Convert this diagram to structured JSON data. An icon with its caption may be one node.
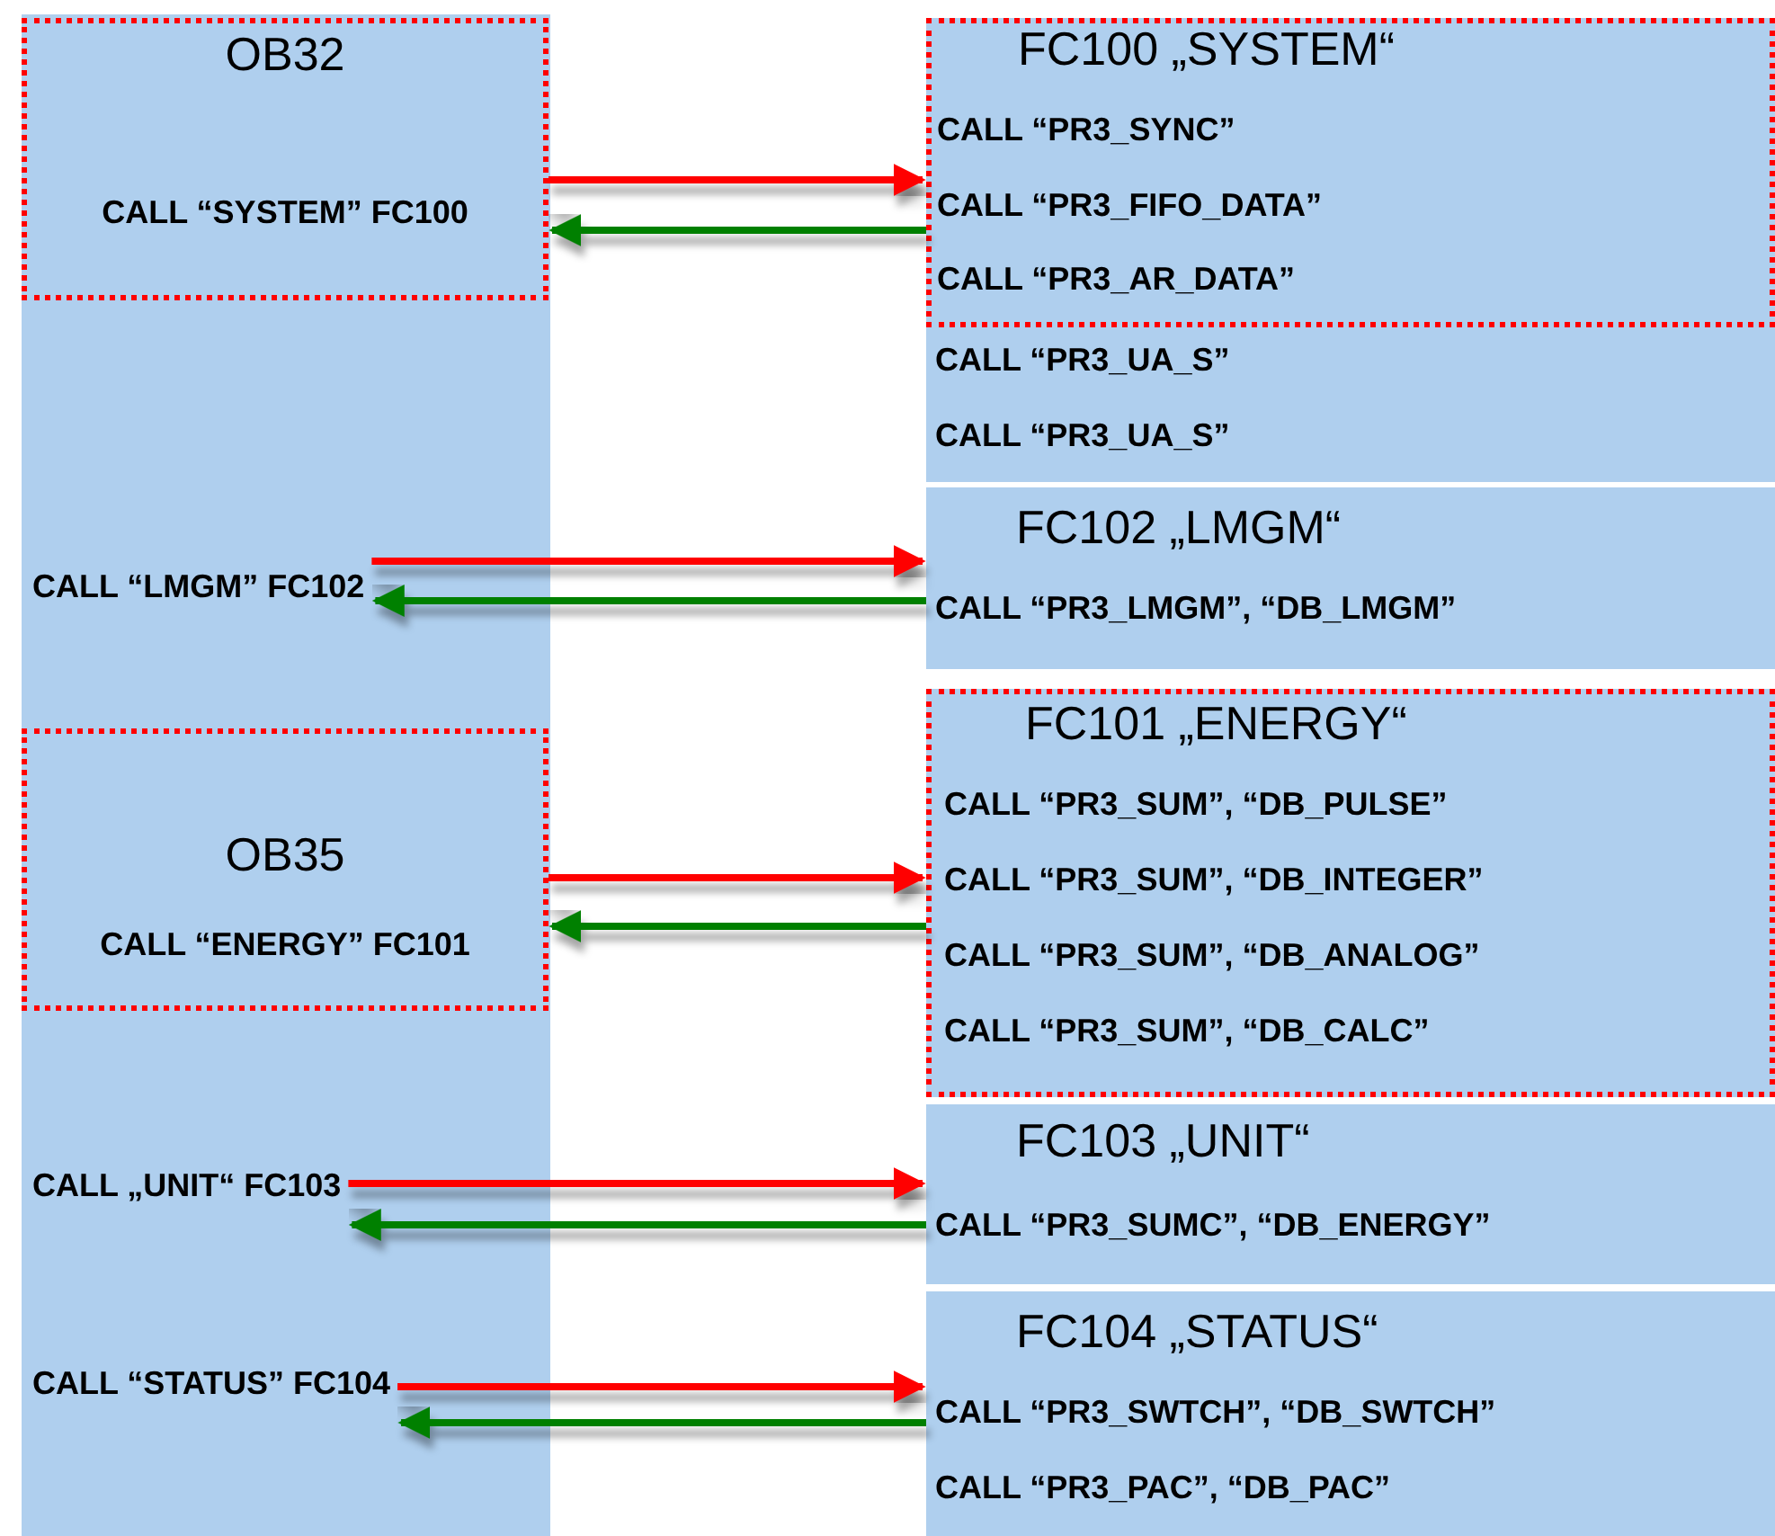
{
  "diagram": {
    "nodes": [
      {
        "text": [],
        "shape": "bar"
      },
      {
        "text": [
          "OB32",
          "CALL “SYSTEM” FC100"
        ],
        "in": 0
      },
      {
        "text": [
          "CALL “PR3_UA_S”",
          "CALL “PR3_UA_S”"
        ]
      },
      {
        "text": [
          "FC100 „SYSTEM“",
          "CALL “PR3_SYNC”",
          "CALL “PR3_FIFO_DATA”",
          "CALL “PR3_AR_DATA”"
        ],
        "in": 2
      },
      {
        "text": [
          "CALL “LMGM” FC102"
        ],
        "in": 0
      },
      {
        "text": [
          "FC102 „LMGM“",
          "CALL “PR3_LMGM”, “DB_LMGM”"
        ]
      },
      {
        "text": [
          "OB35",
          "CALL “ENERGY” FC101"
        ],
        "in": 0
      },
      {
        "text": [
          "FC101 „ENERGY“",
          "CALL “PR3_SUM”, “DB_PULSE”",
          "CALL “PR3_SUM”, “DB_INTEGER”",
          "CALL “PR3_SUM”, “DB_ANALOG”",
          "CALL “PR3_SUM”, “DB_CALC”"
        ]
      },
      {
        "text": [
          "CALL „UNIT“ FC103"
        ],
        "in": 0
      },
      {
        "text": [
          "FC103 „UNIT“",
          "CALL “PR3_SUMC”, “DB_ENERGY”"
        ]
      },
      {
        "text": [
          "CALL “STATUS” FC104"
        ],
        "in": 0
      },
      {
        "text": [
          "FC104 „STATUS“",
          "CALL “PR3_SWTCH”, “DB_SWTCH”",
          "CALL “PR3_PAC”, “DB_PAC”"
        ]
      }
    ],
    "edges": [
      {
        "from": 1,
        "to": 3,
        "arrow": "to",
        "color": "#ff0000"
      },
      {
        "from": 3,
        "to": 1,
        "arrow": "to",
        "color": "#008000"
      },
      {
        "from": 4,
        "to": 5,
        "arrow": "to",
        "color": "#ff0000"
      },
      {
        "from": 5,
        "to": 4,
        "arrow": "to",
        "color": "#008000"
      },
      {
        "from": 6,
        "to": 7,
        "arrow": "to",
        "color": "#ff0000"
      },
      {
        "from": 7,
        "to": 6,
        "arrow": "to",
        "color": "#008000"
      },
      {
        "from": 8,
        "to": 9,
        "arrow": "to",
        "color": "#ff0000"
      },
      {
        "from": 9,
        "to": 8,
        "arrow": "to",
        "color": "#008000"
      },
      {
        "from": 10,
        "to": 11,
        "arrow": "to",
        "color": "#ff0000"
      },
      {
        "from": 11,
        "to": 10,
        "arrow": "to",
        "color": "#008000"
      }
    ]
  }
}
